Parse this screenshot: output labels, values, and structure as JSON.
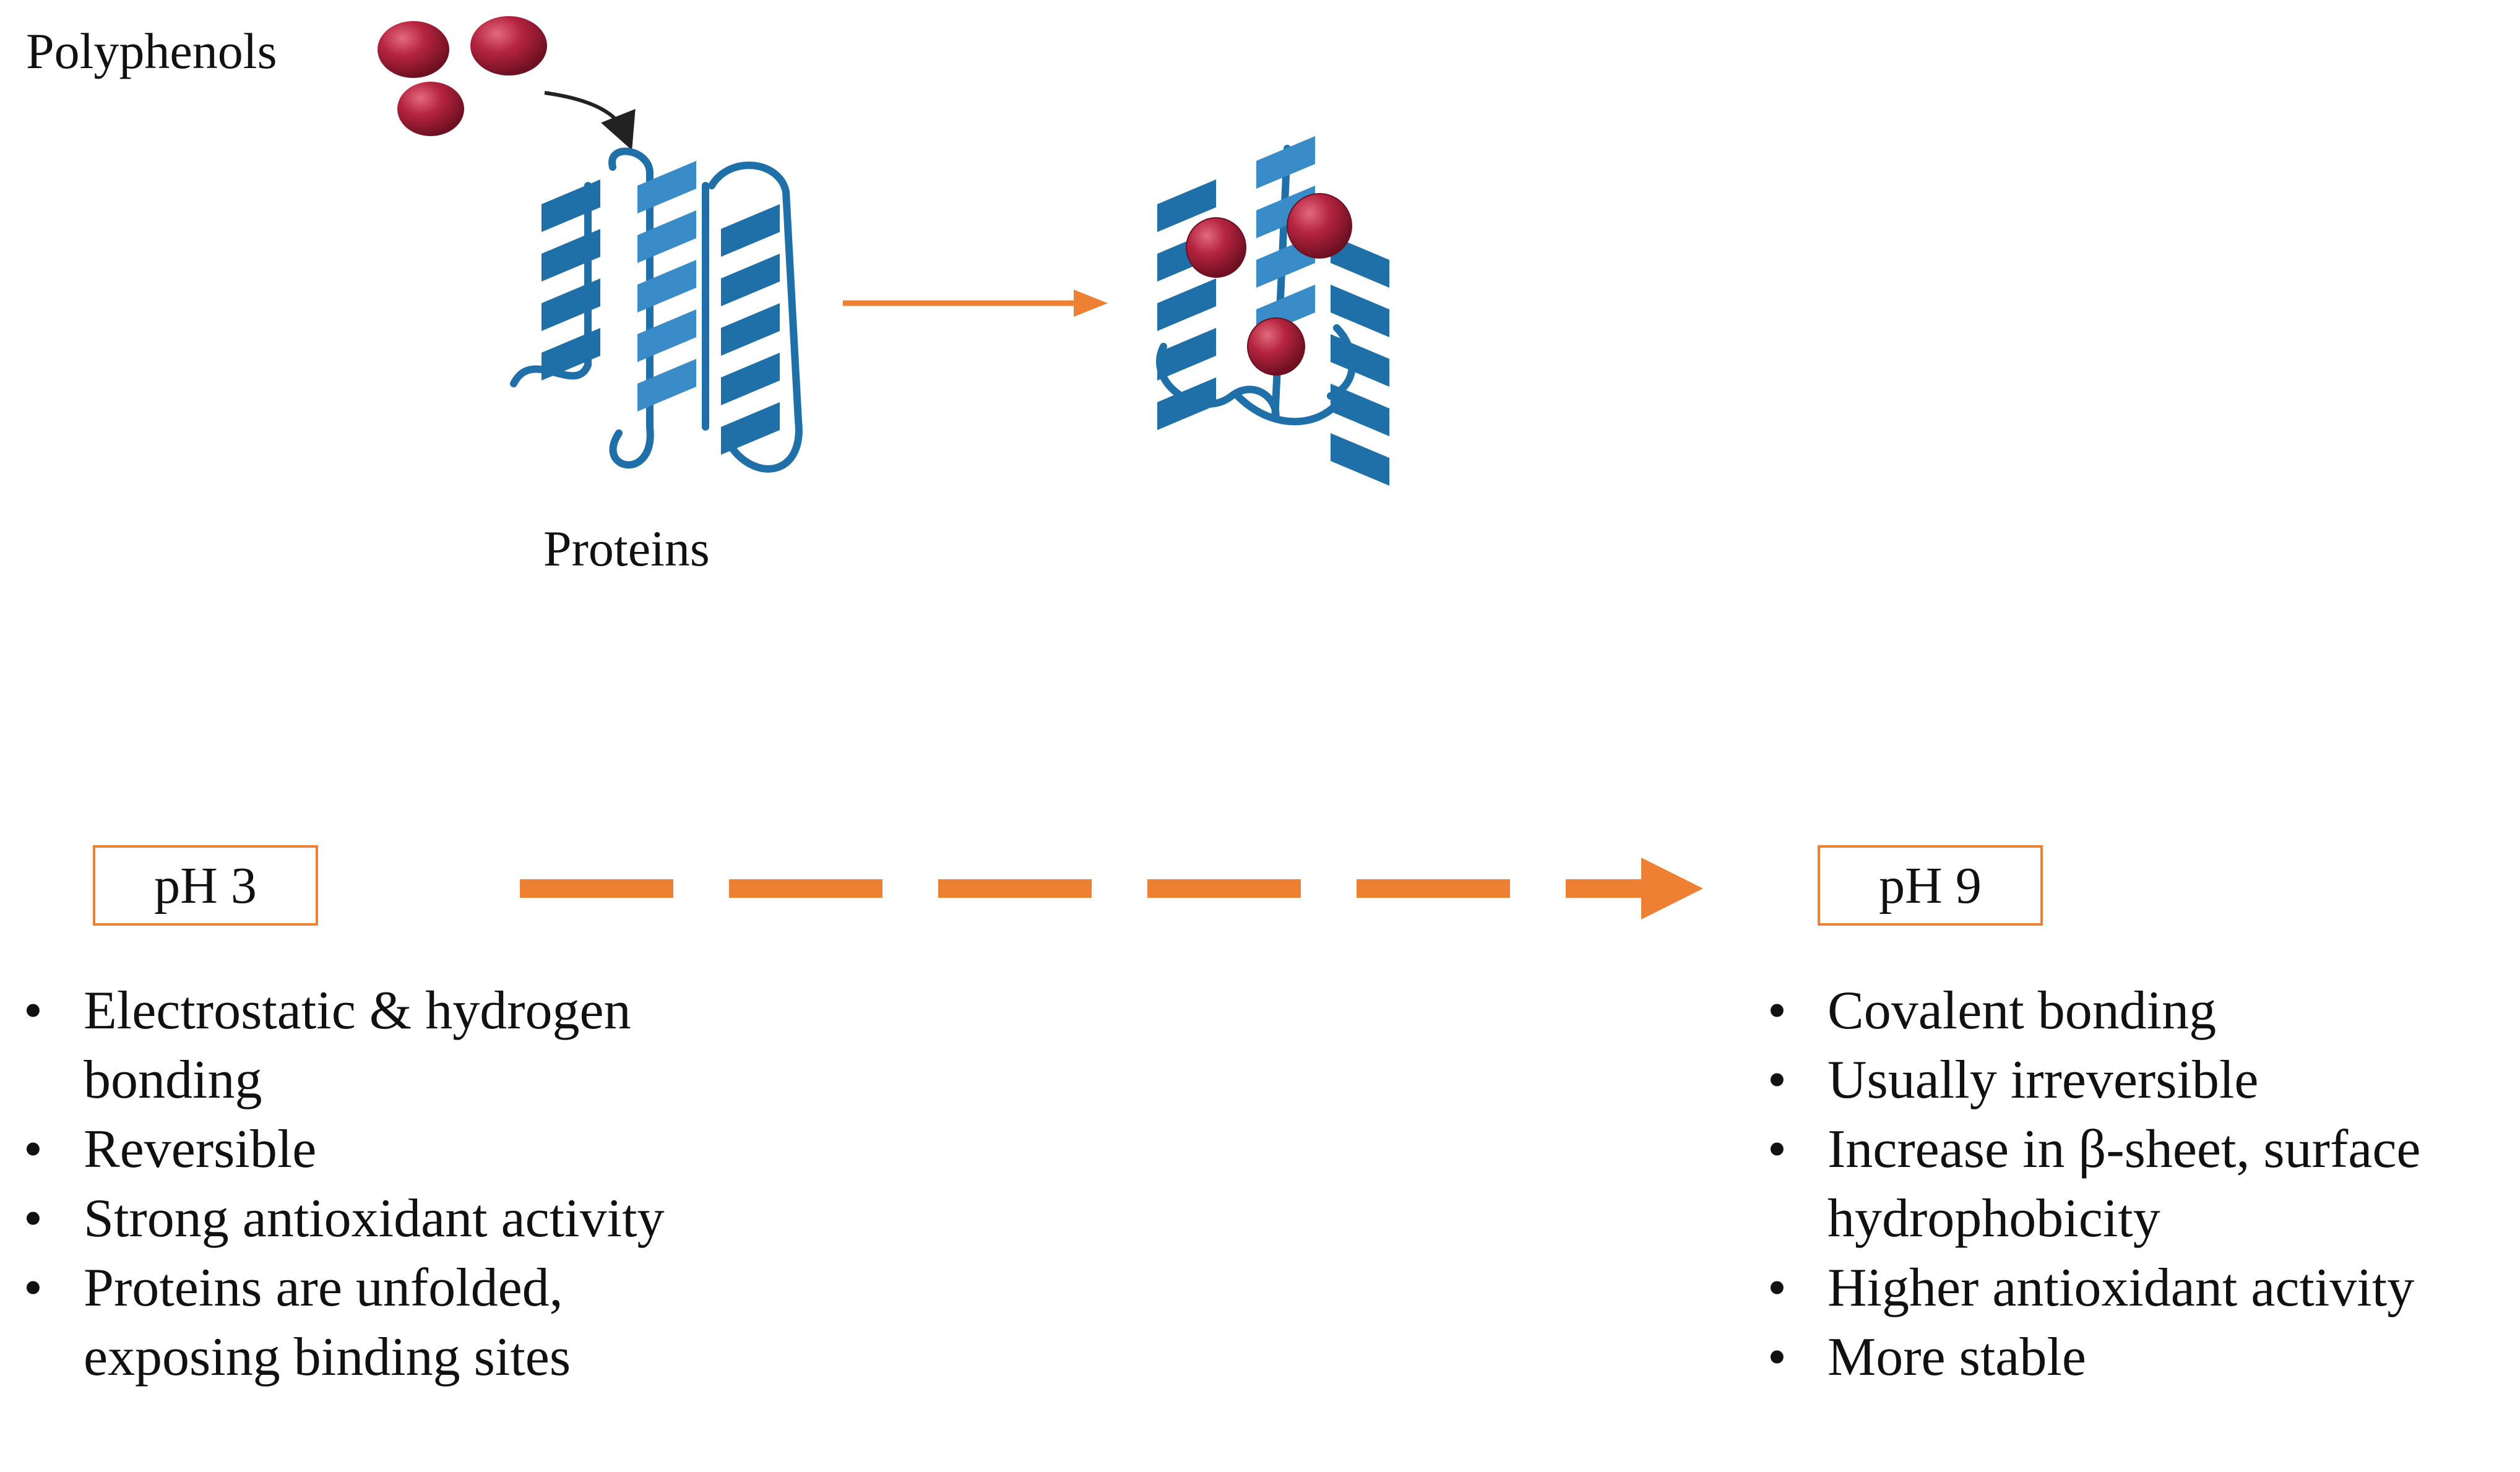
{
  "labels": {
    "polyphenols": "Polyphenols",
    "proteins": "Proteins"
  },
  "conditions": {
    "left": {
      "label": "pH 3",
      "points": [
        "Electrostatic & hydrogen bonding",
        "Reversible",
        "Strong antioxidant activity",
        "Proteins are unfolded, exposing binding sites"
      ]
    },
    "right": {
      "label": "pH 9",
      "points": [
        "Covalent bonding",
        "Usually irreversible",
        "Increase in β-sheet, surface hydrophobicity",
        "Higher antioxidant activity",
        "More stable"
      ]
    }
  },
  "colors": {
    "arrow": "#ee8033",
    "helix": "#1f6fa9",
    "helix_light": "#3a8cc8",
    "polyphenol": "#b5243f",
    "polyphenol_highlight": "#e26a7c"
  }
}
